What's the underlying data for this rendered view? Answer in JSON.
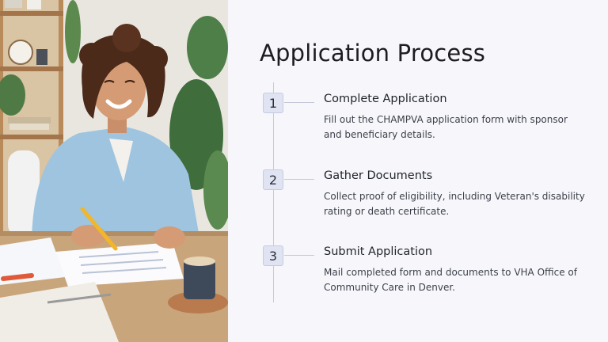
{
  "slide": {
    "title": "Application Process",
    "steps": [
      {
        "number": "1",
        "title": "Complete Application",
        "description": "Fill out the CHAMPVA application form with sponsor and beneficiary details."
      },
      {
        "number": "2",
        "title": "Gather Documents",
        "description": "Collect proof of eligibility, including Veteran's disability rating or death certificate."
      },
      {
        "number": "3",
        "title": "Submit Application",
        "description": "Mail completed form and documents to VHA Office of Community Care in Denver."
      }
    ]
  },
  "colors": {
    "background": "#f7f7fb",
    "step_badge": "#dfe3f2",
    "timeline": "#c9cbd6",
    "title_text": "#1d1d1f"
  },
  "image": {
    "icon": "photo-woman-filling-form"
  }
}
